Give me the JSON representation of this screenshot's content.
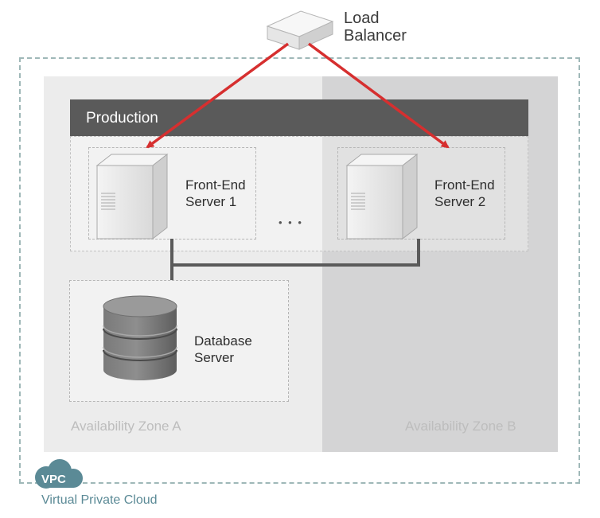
{
  "load_balancer": {
    "label_line1": "Load",
    "label_line2": "Balancer"
  },
  "production": {
    "label": "Production"
  },
  "servers": [
    {
      "line1": "Front-End",
      "line2": "Server 1"
    },
    {
      "line1": "Front-End",
      "line2": "Server 2"
    }
  ],
  "ellipsis": "• • •",
  "database": {
    "line1": "Database",
    "line2": "Server"
  },
  "zones": {
    "a": "Availability Zone A",
    "b": "Availability Zone B"
  },
  "vpc": {
    "badge": "VPC",
    "caption": "Virtual Private Cloud"
  },
  "colors": {
    "arrow": "#d62f2f",
    "production_bar": "#5a5a5a",
    "vpc_accent": "#5b8a96"
  }
}
